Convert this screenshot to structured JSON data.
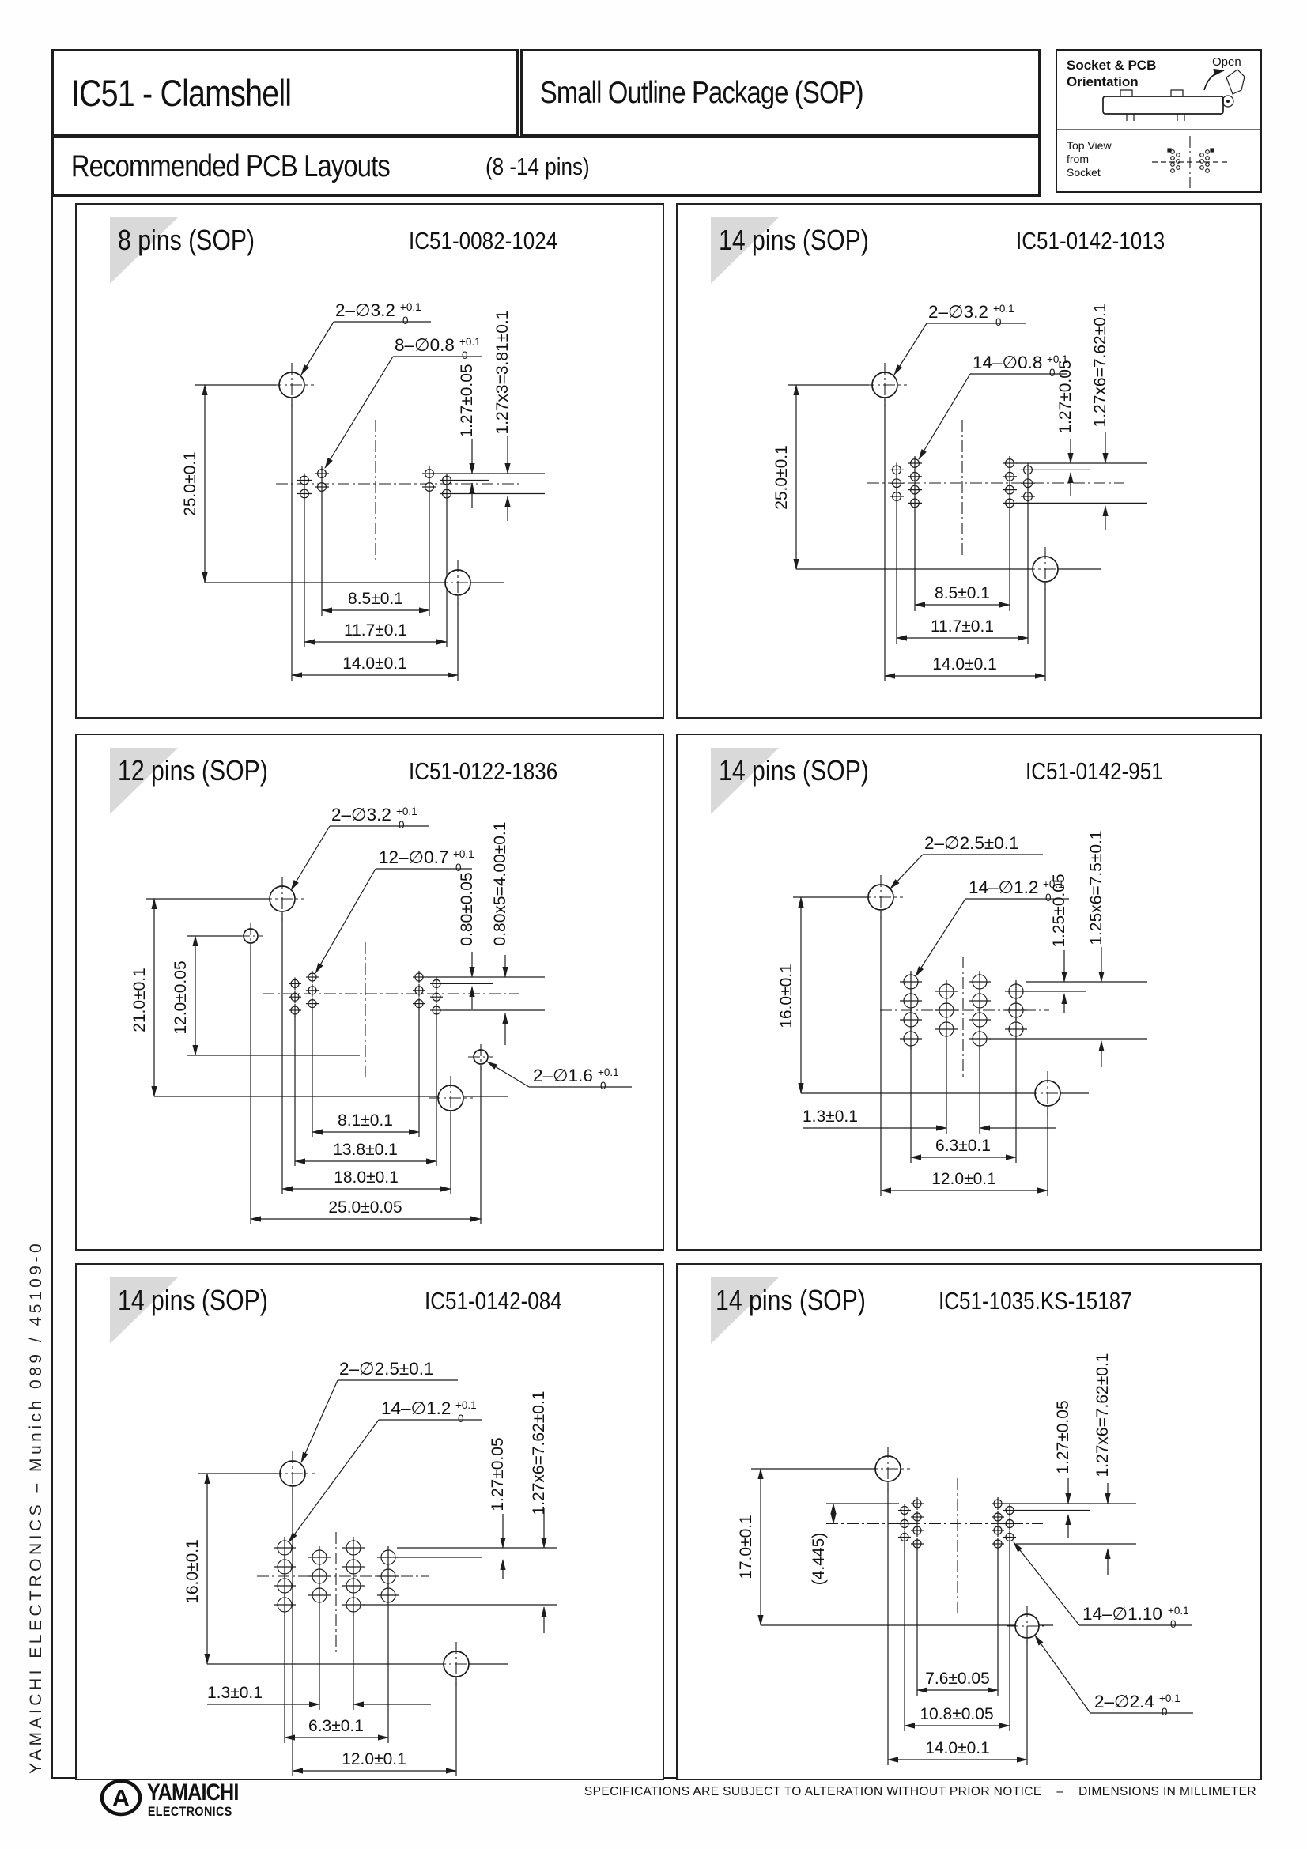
{
  "header": {
    "series_title": "IC51 - Clamshell",
    "package_title": "Small Outline Package (SOP)",
    "layouts_title": "Recommended PCB Layouts",
    "layouts_range": "(8 -14 pins)"
  },
  "orientation": {
    "title_line1": "Socket & PCB",
    "title_line2": "Orientation",
    "open_label": "Open",
    "view_line1": "Top View",
    "view_line2": "from",
    "view_line3": "Socket"
  },
  "sidebar": {
    "imprint": "YAMAICHI ELECTRONICS   –   Munich 089 / 45109-0"
  },
  "footer": {
    "brand_line1": "YAMAICHI",
    "brand_line2": "ELECTRONICS",
    "brand_mark": "A",
    "notice": "SPECIFICATIONS ARE SUBJECT TO ALTERATION WITHOUT PRIOR NOTICE",
    "separator": "–",
    "units_note": "DIMENSIONS IN MILLIMETER"
  },
  "panels": [
    {
      "pins_label": "8 pins (SOP)",
      "part_number": "IC51-0082-1024",
      "callout_a": "2–∅3.2",
      "callout_a_tol_top": "+0.1",
      "callout_a_tol_bot": "0",
      "callout_b": "8–∅0.8",
      "callout_b_tol_top": "+0.1",
      "callout_b_tol_bot": "0",
      "dim_height": "25.0±0.1",
      "dim_pitch": "1.27±0.05",
      "dim_span": "1.27x3=3.81±0.1",
      "dim_w1": "8.5±0.1",
      "dim_w2": "11.7±0.1",
      "dim_w3": "14.0±0.1"
    },
    {
      "pins_label": "14 pins (SOP)",
      "part_number": "IC51-0142-1013",
      "callout_a": "2–∅3.2",
      "callout_a_tol_top": "+0.1",
      "callout_a_tol_bot": "0",
      "callout_b": "14–∅0.8",
      "callout_b_tol_top": "+0.1",
      "callout_b_tol_bot": "0",
      "dim_height": "25.0±0.1",
      "dim_pitch": "1.27±0.05",
      "dim_span": "1.27x6=7.62±0.1",
      "dim_w1": "8.5±0.1",
      "dim_w2": "11.7±0.1",
      "dim_w3": "14.0±0.1"
    },
    {
      "pins_label": "12 pins (SOP)",
      "part_number": "IC51-0122-1836",
      "callout_a": "2–∅3.2",
      "callout_a_tol_top": "+0.1",
      "callout_a_tol_bot": "0",
      "callout_b": "12–∅0.7",
      "callout_b_tol_top": "+0.1",
      "callout_b_tol_bot": "0",
      "callout_c": "2–∅1.6",
      "callout_c_tol_top": "+0.1",
      "callout_c_tol_bot": "0",
      "dim_height": "21.0±0.1",
      "dim_height2": "12.0±0.05",
      "dim_pitch": "0.80±0.05",
      "dim_span": "0.80x5=4.00±0.1",
      "dim_w1": "8.1±0.1",
      "dim_w2": "13.8±0.1",
      "dim_w3": "18.0±0.1",
      "dim_w4": "25.0±0.05"
    },
    {
      "pins_label": "14 pins (SOP)",
      "part_number": "IC51-0142-951",
      "callout_a": "2–∅2.5±0.1",
      "callout_b": "14–∅1.2",
      "callout_b_tol_top": "+0.1",
      "callout_b_tol_bot": "0",
      "dim_height": "16.0±0.1",
      "dim_pitch": "1.25±0.05",
      "dim_span": "1.25x6=7.5±0.1",
      "dim_w1": "1.3±0.1",
      "dim_w2": "6.3±0.1",
      "dim_w3": "12.0±0.1"
    },
    {
      "pins_label": "14 pins (SOP)",
      "part_number": "IC51-0142-084",
      "callout_a": "2–∅2.5±0.1",
      "callout_b": "14–∅1.2",
      "callout_b_tol_top": "+0.1",
      "callout_b_tol_bot": "0",
      "dim_height": "16.0±0.1",
      "dim_pitch": "1.27±0.05",
      "dim_span": "1.27x6=7.62±0.1",
      "dim_w1": "1.3±0.1",
      "dim_w2": "6.3±0.1",
      "dim_w3": "12.0±0.1"
    },
    {
      "pins_label": "14 pins (SOP)",
      "part_number": "IC51-1035.KS-15187",
      "callout_a": "14–∅1.10",
      "callout_a_tol_top": "+0.1",
      "callout_a_tol_bot": "0",
      "callout_b": "2–∅2.4",
      "callout_b_tol_top": "+0.1",
      "callout_b_tol_bot": "0",
      "dim_height": "17.0±0.1",
      "dim_offset": "(4.445)",
      "dim_pitch": "1.27±0.05",
      "dim_span": "1.27x6=7.62±0.1",
      "dim_w1": "7.6±0.05",
      "dim_w2": "10.8±0.05",
      "dim_w3": "14.0±0.1"
    }
  ]
}
